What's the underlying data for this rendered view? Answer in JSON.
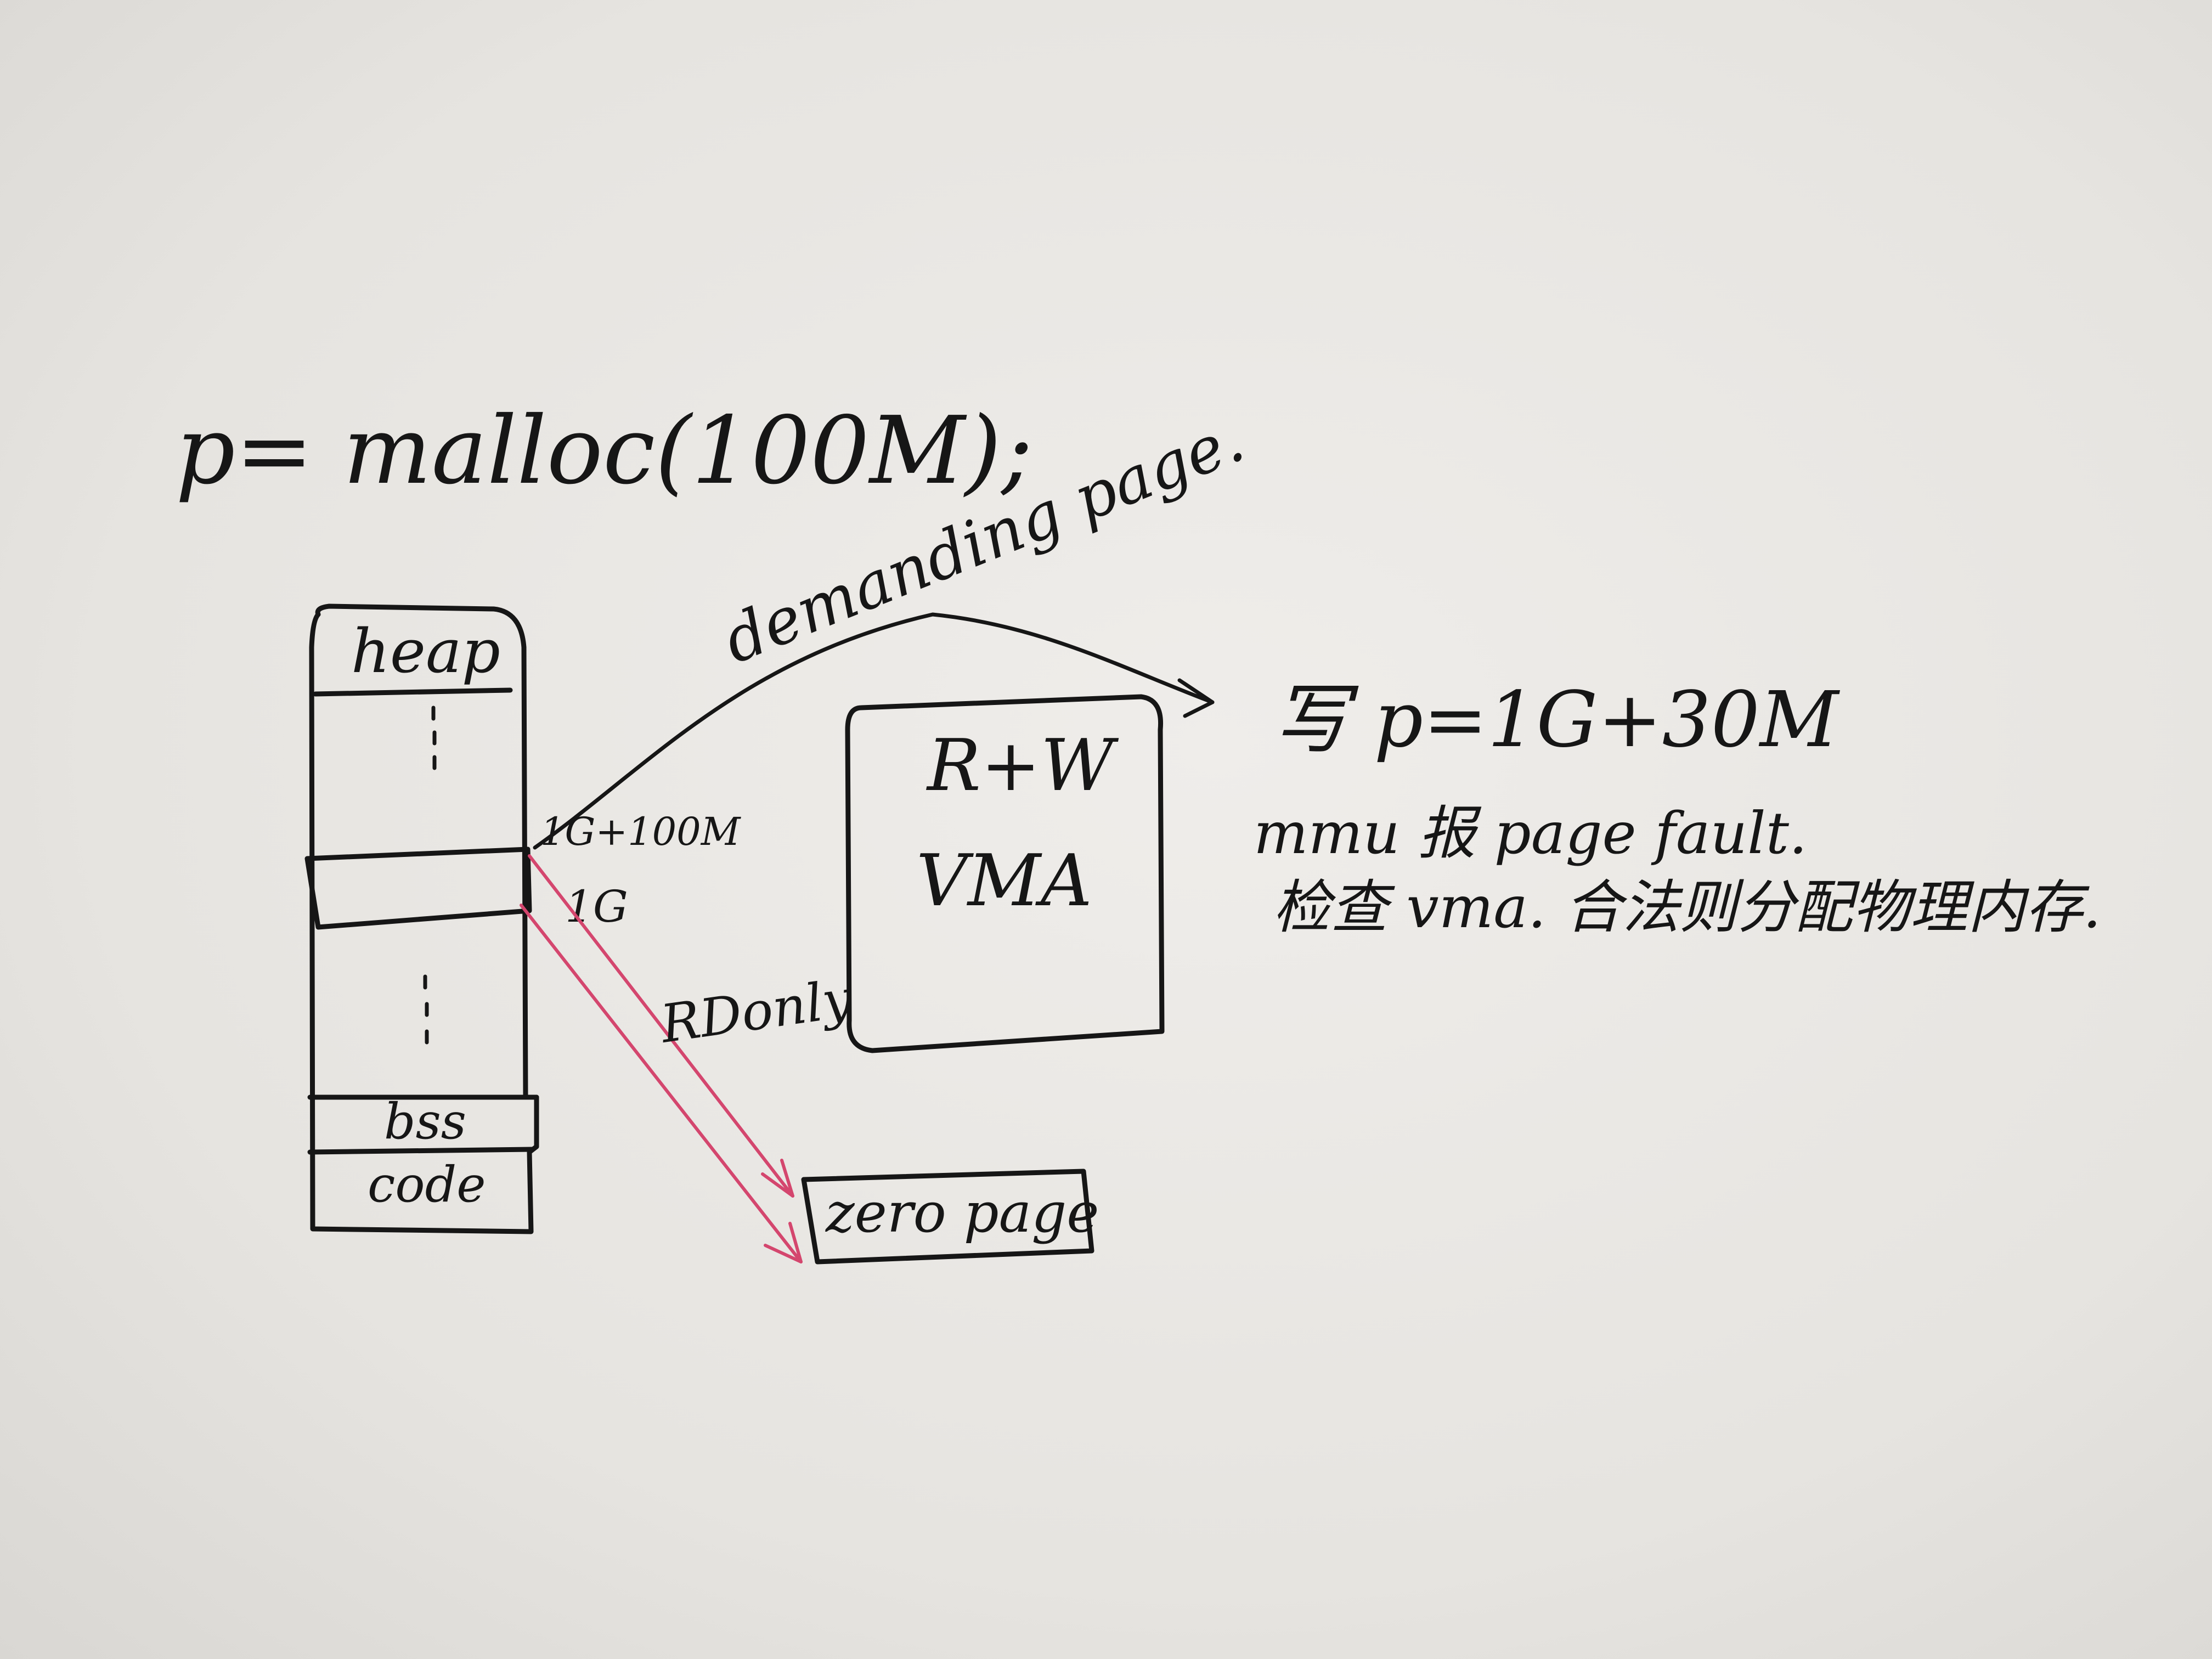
{
  "title": "p= malloc(100M);",
  "curve_label": "demanding page.",
  "memory_layout": {
    "segments": [
      "heap",
      "bss",
      "code"
    ],
    "top_address": "1G+100M",
    "bottom_address": "1G"
  },
  "vma_box": {
    "line1": "R+W",
    "line2": "VMA"
  },
  "access_label": "RDonly",
  "zero_page_label": "zero page",
  "notes": {
    "line1": "写 p=1G+30M",
    "line2": "mmu 报 page fault.",
    "line3": "检查 vma. 合法则分配物理内存."
  },
  "colors": {
    "ink": "#161616",
    "readonly_arrow": "#d4466e",
    "paper": "#ebe9e5"
  }
}
